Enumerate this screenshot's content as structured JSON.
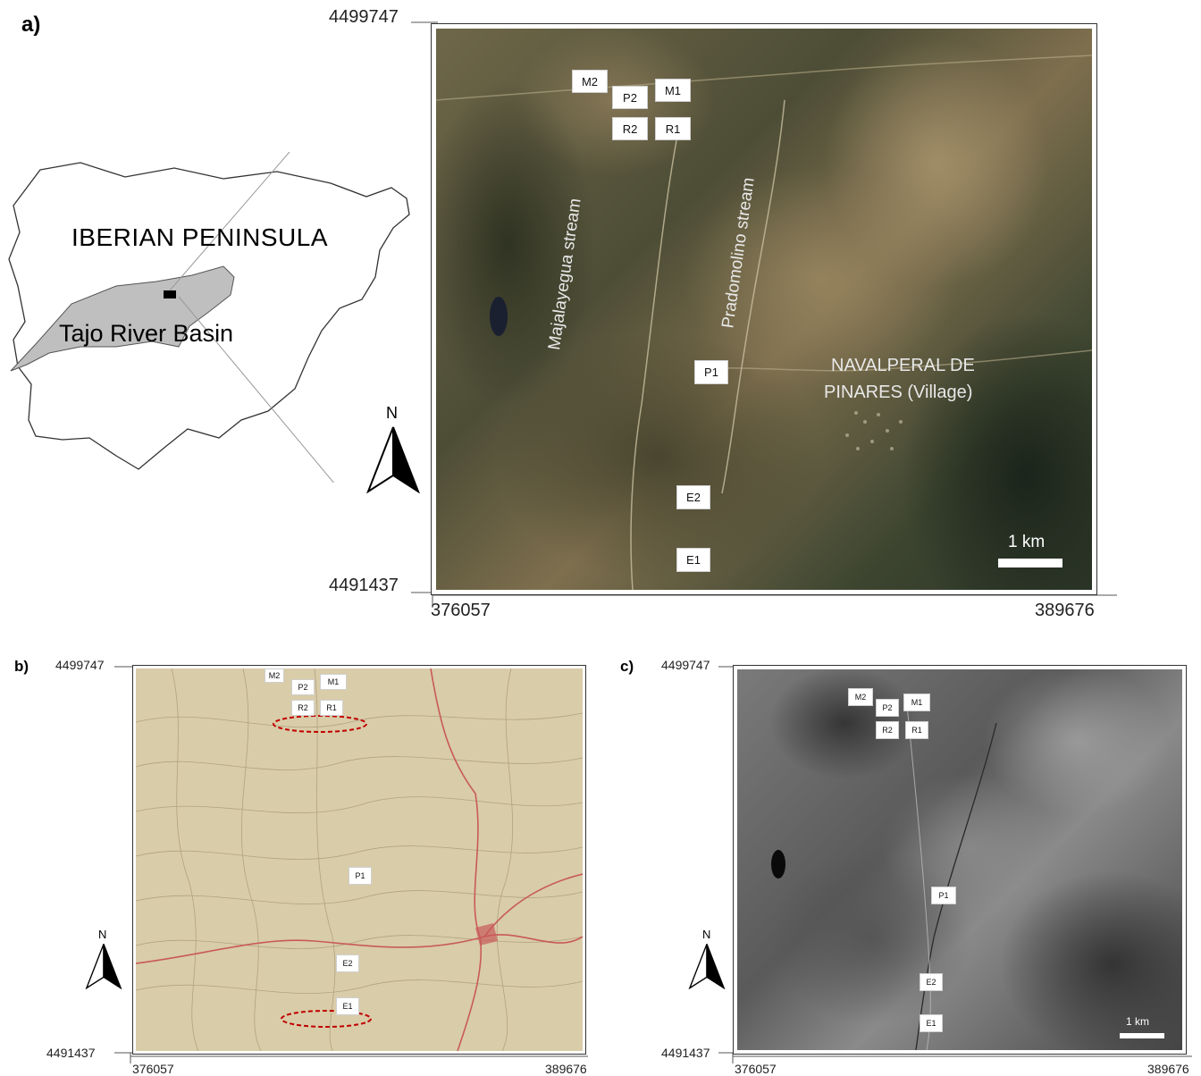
{
  "panel_a": {
    "letter": "a)",
    "inset": {
      "region_label": "IBERIAN PENINSULA",
      "basin_label": "Tajo River Basin"
    },
    "coords": {
      "top_y": "4499747",
      "bottom_y": "4491437",
      "left_x": "376057",
      "right_x": "389676"
    },
    "north_label": "N",
    "scale_label": "1 km",
    "stream_1": "Majalayegua stream",
    "stream_2": "Pradomolino stream",
    "village_line1": "NAVALPERAL DE",
    "village_line2": "PINARES (Village)",
    "sites": {
      "M2": "M2",
      "P2": "P2",
      "M1": "M1",
      "R2": "R2",
      "R1": "R1",
      "P1": "P1",
      "E2": "E2",
      "E1": "E1"
    }
  },
  "panel_b": {
    "letter": "b)",
    "coords": {
      "top_y": "4499747",
      "bottom_y": "4491437",
      "left_x": "376057",
      "right_x": "389676"
    },
    "north_label": "N",
    "sites": {
      "M2": "M2",
      "P2": "P2",
      "M1": "M1",
      "R2": "R2",
      "R1": "R1",
      "P1": "P1",
      "E2": "E2",
      "E1": "E1"
    }
  },
  "panel_c": {
    "letter": "c)",
    "coords": {
      "top_y": "4499747",
      "bottom_y": "4491437",
      "left_x": "376057",
      "right_x": "389676"
    },
    "north_label": "N",
    "scale_label": "1 km",
    "sites": {
      "M2": "M2",
      "P2": "P2",
      "M1": "M1",
      "R2": "R2",
      "R1": "R1",
      "P1": "P1",
      "E2": "E2",
      "E1": "E1"
    }
  },
  "colors": {
    "satellite_dark": "#3b3f2c",
    "satellite_light": "#9a8a62",
    "topo_bg": "#d9cca8",
    "topo_red": "#c85a5a",
    "bw_mid": "#6a6a6a",
    "basin_fill": "#bfbfbf"
  }
}
